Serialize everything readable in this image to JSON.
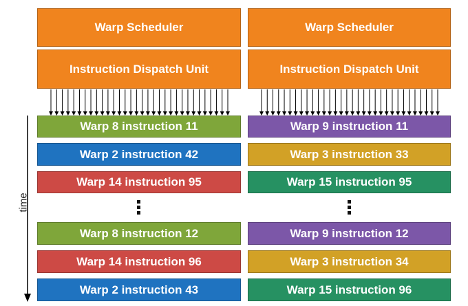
{
  "colors": {
    "orange": "#F0841E",
    "green": "#7FA63A",
    "blue": "#1F73C0",
    "red": "#CD4A45",
    "purple": "#7C57A8",
    "gold": "#D2A126",
    "teal": "#269162"
  },
  "time_label": "time",
  "columns": [
    {
      "scheduler": "Warp Scheduler",
      "dispatch": "Instruction Dispatch Unit",
      "instructions": [
        {
          "label": "Warp 8 instruction 11",
          "color": "green"
        },
        {
          "label": "Warp 2 instruction 42",
          "color": "blue"
        },
        {
          "label": "Warp 14 instruction 95",
          "color": "red"
        },
        {
          "label": "Warp 8 instruction 12",
          "color": "green"
        },
        {
          "label": "Warp 14 instruction 96",
          "color": "red"
        },
        {
          "label": "Warp 2 instruction 43",
          "color": "blue"
        }
      ]
    },
    {
      "scheduler": "Warp Scheduler",
      "dispatch": "Instruction Dispatch Unit",
      "instructions": [
        {
          "label": "Warp 9 instruction 11",
          "color": "purple"
        },
        {
          "label": "Warp 3 instruction 33",
          "color": "gold"
        },
        {
          "label": "Warp 15 instruction 95",
          "color": "teal"
        },
        {
          "label": "Warp 9 instruction 12",
          "color": "purple"
        },
        {
          "label": "Warp 3 instruction 34",
          "color": "gold"
        },
        {
          "label": "Warp 15 instruction 96",
          "color": "teal"
        }
      ]
    }
  ]
}
